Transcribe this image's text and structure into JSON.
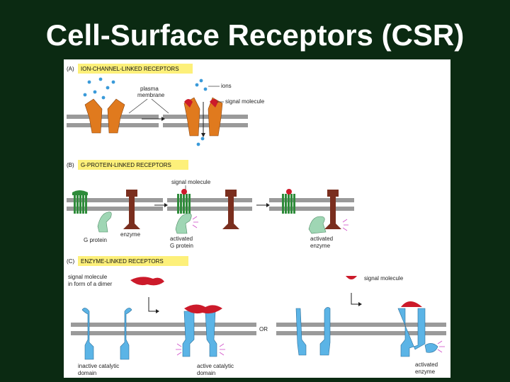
{
  "slide": {
    "title": "Cell-Surface Receptors (CSR)"
  },
  "panels": {
    "a": {
      "letter": "(A)",
      "heading": "ION-CHANNEL-LINKED RECEPTORS",
      "labels": {
        "plasma_membrane_1": "plasma",
        "plasma_membrane_2": "membrane",
        "ions": "ions",
        "signal_molecule": "signal molecule"
      }
    },
    "b": {
      "letter": "(B)",
      "heading": "G-PROTEIN-LINKED RECEPTORS",
      "labels": {
        "signal_molecule": "signal molecule",
        "g_protein": "G protein",
        "enzyme": "enzyme",
        "activated_g_protein_1": "activated",
        "activated_g_protein_2": "G protein",
        "activated_enzyme_1": "activated",
        "activated_enzyme_2": "enzyme"
      }
    },
    "c": {
      "letter": "(C)",
      "heading": "ENZYME-LINKED RECEPTORS",
      "labels": {
        "signal_dimer_1": "signal molecule",
        "signal_dimer_2": "in form of a dimer",
        "signal_molecule": "signal molecule",
        "or": "OR",
        "inactive_domain_1": "inactive catalytic",
        "inactive_domain_2": "domain",
        "active_domain_1": "active catalytic",
        "active_domain_2": "domain",
        "activated_enzyme_1": "activated",
        "activated_enzyme_2": "enzyme"
      }
    }
  },
  "colors": {
    "background": "#0b2a12",
    "membrane": "#9a9a9a",
    "header_bg": "#fdf07a",
    "ion_channel": "#e07a1e",
    "signal": "#cc1a2a",
    "g_receptor": "#2e8b3a",
    "g_protein": "#9fd6b4",
    "enzyme_b": "#7a2e1e",
    "enzyme_receptor": "#5bb4e6",
    "ion": "#3a9ad9",
    "activation": "#d04fc8"
  }
}
